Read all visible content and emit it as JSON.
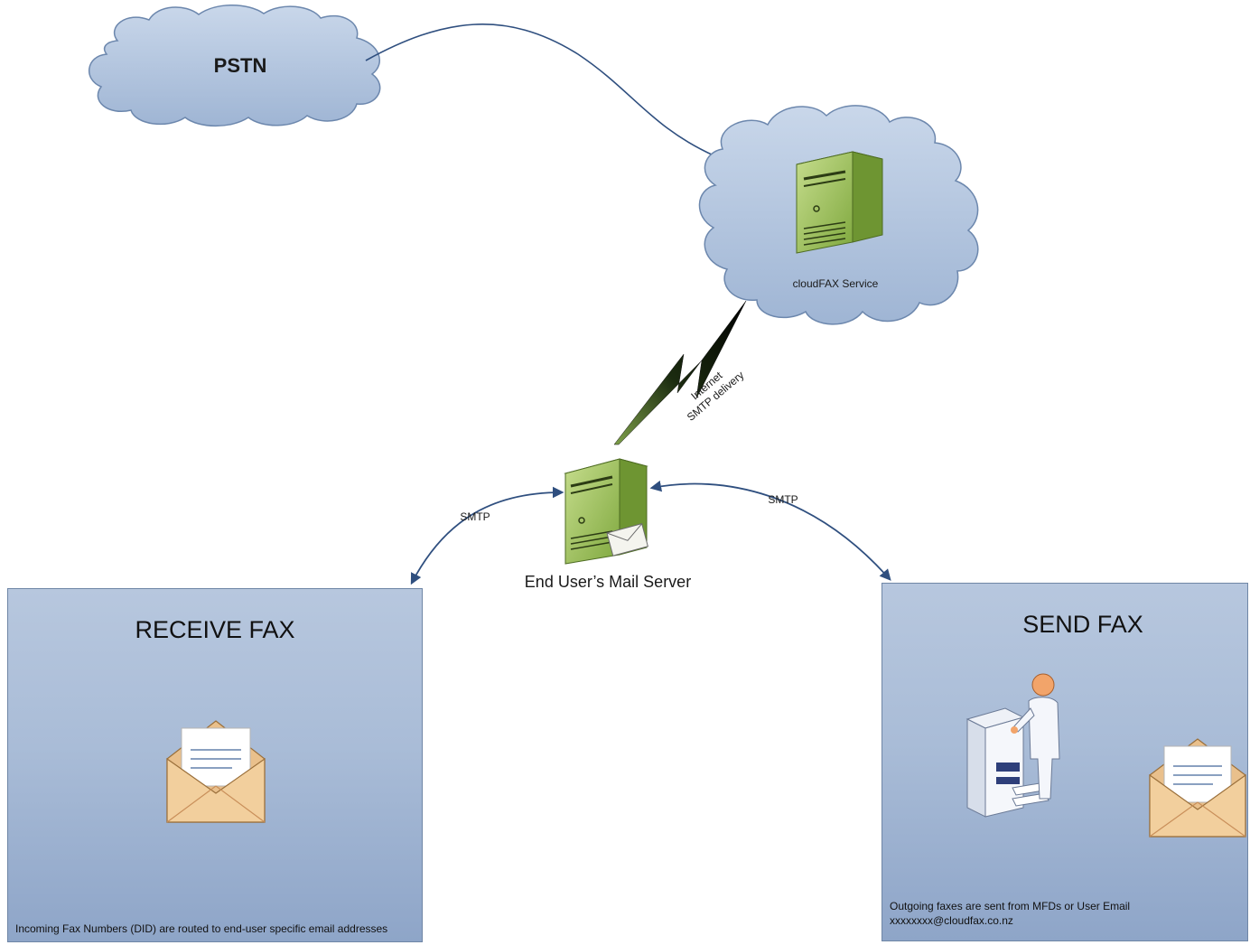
{
  "pstn": {
    "label": "PSTN"
  },
  "cloud_service": {
    "label": "cloudFAX Service"
  },
  "internet_link": {
    "line1": "Internet",
    "line2": "SMTP delivery"
  },
  "mail_server": {
    "label": "End User’s Mail Server"
  },
  "smtp_left": {
    "label": "SMTP"
  },
  "smtp_right": {
    "label": "SMTP"
  },
  "receive_fax": {
    "title": "RECEIVE FAX",
    "note": "Incoming Fax Numbers (DID) are routed to end-user specific email addresses"
  },
  "send_fax": {
    "title": "SEND FAX",
    "note_line1": "Outgoing faxes are sent from MFDs or User Email",
    "note_line2": "xxxxxxxx@cloudfax.co.nz"
  },
  "colors": {
    "cloud_fill": "#b4c6e0",
    "cloud_stroke": "#5c7aa3",
    "server_green": "#9bbf5a",
    "connector": "#2f4f7f",
    "envelope": "#e9c08c"
  },
  "icons": [
    "pstn-cloud-icon",
    "server-icon",
    "mail-server-icon",
    "envelope-icon",
    "mfd-user-icon",
    "lightning-link-icon"
  ]
}
